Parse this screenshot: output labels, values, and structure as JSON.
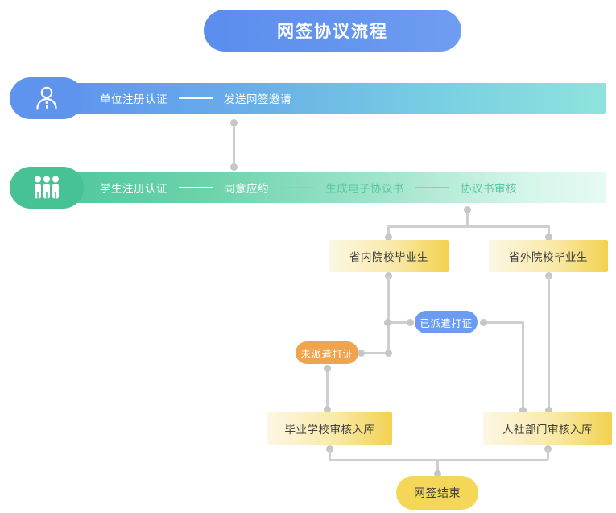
{
  "page": {
    "title": "网签协议流程",
    "background": "#ffffff"
  },
  "colors": {
    "title_blue": "#5e93ee",
    "lane_blue": "#5e93ee",
    "lane_green": "#46c295",
    "node_yellow": "#f2d24f",
    "pill_blue": "#6b9bf2",
    "pill_orange": "#f0a44d",
    "end_yellow": "#f5d757",
    "connector_gray": "#cfcfcf"
  },
  "lanes": [
    {
      "id": "employer",
      "icon": "single-person-icon",
      "color": "#5e93ee",
      "steps": [
        "单位注册认证",
        "发送网签邀请"
      ]
    },
    {
      "id": "student",
      "icon": "group-people-icon",
      "color": "#46c295",
      "steps": [
        "学生注册认证",
        "同意应约",
        "生成电子协议书",
        "协议书审核"
      ]
    }
  ],
  "nodes": {
    "in_province": "省内院校毕业生",
    "out_province": "省外院校毕业生",
    "dispatched": "已派遣打证",
    "not_dispatched": "未派遣打证",
    "school_review": "毕业学校审核入库",
    "hr_review": "人社部门审核入库",
    "end": "网签结束"
  }
}
